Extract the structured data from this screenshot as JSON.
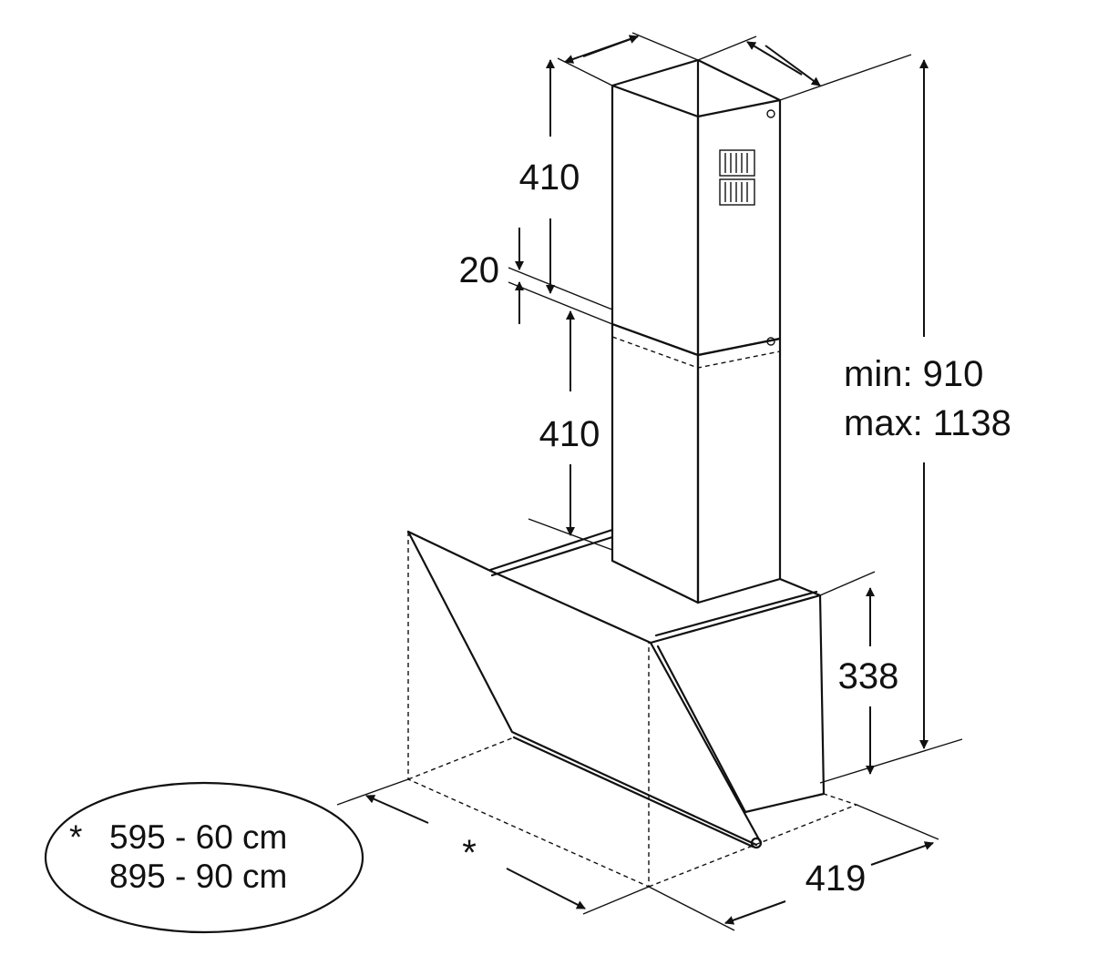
{
  "dimensions": {
    "chimney_upper_height": "410",
    "chimney_overlap": "20",
    "chimney_lower_height": "410",
    "total_height_min": "min: 910",
    "total_height_max": "max: 1138",
    "body_height": "338",
    "depth": "419",
    "width_marker": "*"
  },
  "width_note": {
    "asterisk": "*",
    "line1": "595 - 60 cm",
    "line2": "895 - 90 cm"
  }
}
